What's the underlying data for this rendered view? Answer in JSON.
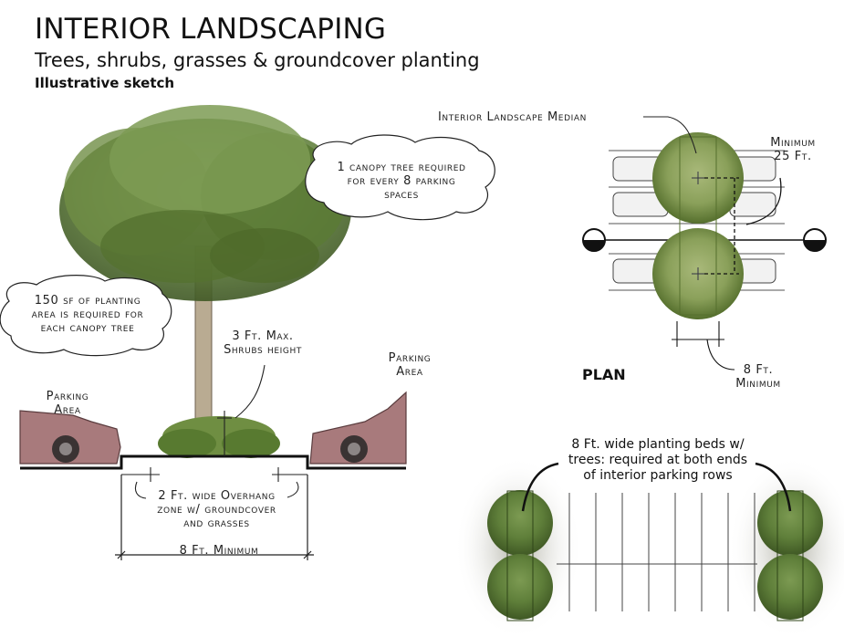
{
  "header": {
    "title": "INTERIOR LANDSCAPING",
    "subtitle": "Trees, shrubs, grasses & groundcover planting",
    "sketch_label": "Illustrative sketch"
  },
  "section": {
    "canopy_bubble": [
      "1 canopy tree required",
      "for every 8 parking",
      "spaces"
    ],
    "planting_bubble": [
      "150 sf of planting",
      "area is required for",
      "each canopy tree"
    ],
    "shrub_label": [
      "3 Ft. Max.",
      "Shrubs height"
    ],
    "parking_left": [
      "Parking",
      "Area"
    ],
    "parking_right": [
      "Parking",
      "Area"
    ],
    "overhang_label": [
      "2 Ft. wide Overhang",
      "zone w/ groundcover",
      "and grasses"
    ],
    "width_label": "8 Ft. Minimum"
  },
  "plan": {
    "median_label": "Interior Landscape Median",
    "minimum_label": [
      "Minimum",
      "25 Ft."
    ],
    "plan_label": "PLAN",
    "width_label": [
      "8 Ft.",
      "Minimum"
    ]
  },
  "beds": {
    "note": [
      "8 Ft. wide planting beds w/",
      "trees: required at both ends",
      "of interior parking rows"
    ]
  },
  "colors": {
    "tree_green": "#8aa05a",
    "tree_dark": "#5d7a33",
    "car_body": "#a87a7c",
    "ground_line": "#111111",
    "trunk": "#b9ab92"
  }
}
